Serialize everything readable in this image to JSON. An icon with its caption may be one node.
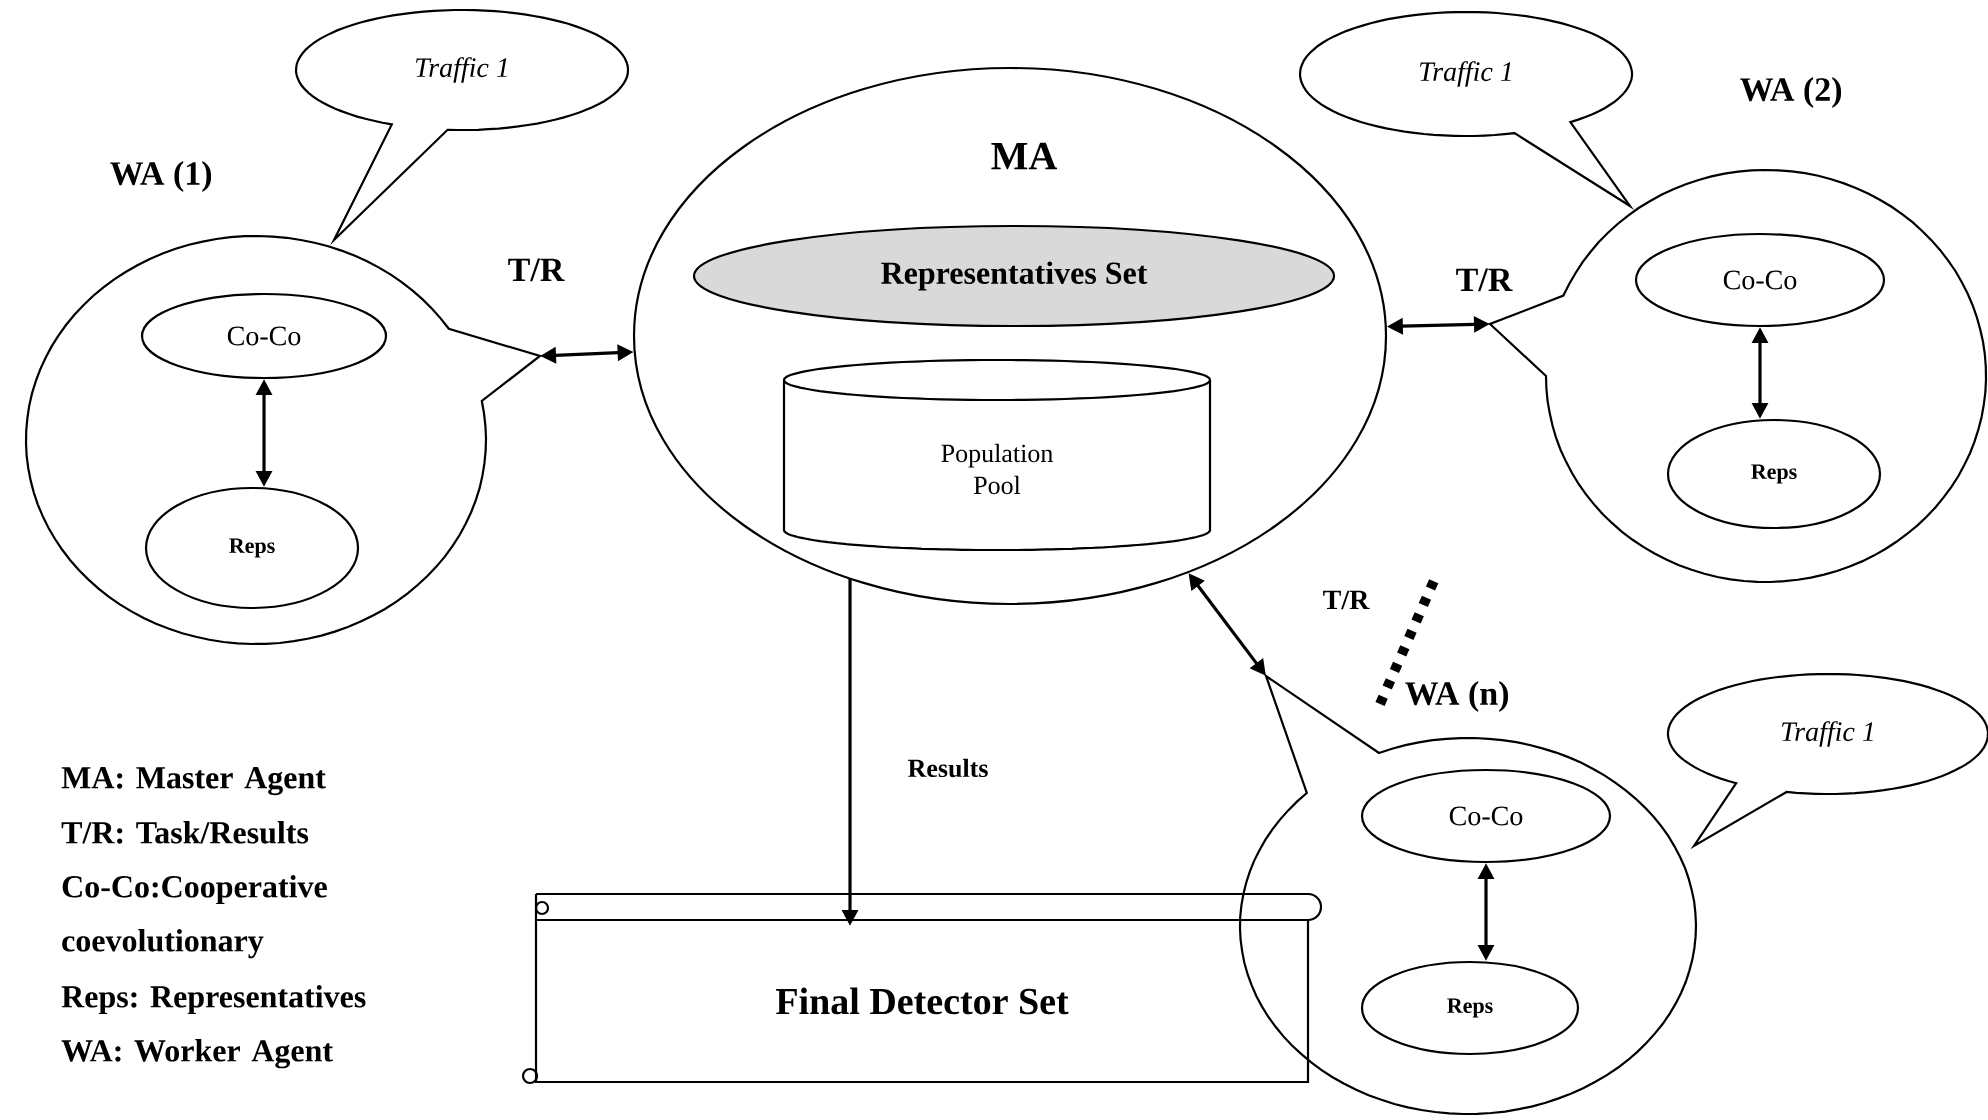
{
  "diagram": {
    "nodes": [
      {
        "text": [
          "WA (1)"
        ]
      },
      {
        "text": [
          "Traffic 1"
        ]
      },
      {
        "text": [
          "Co-Co"
        ],
        "in": 0
      },
      {
        "text": [
          "Reps"
        ],
        "in": 0
      },
      {
        "text": [
          "MA"
        ]
      },
      {
        "text": [
          "Representatives Set"
        ],
        "in": 4
      },
      {
        "text": [
          "Population Pool"
        ],
        "in": 4
      },
      {
        "text": [
          "WA (2)"
        ]
      },
      {
        "text": [
          "Traffic 1"
        ]
      },
      {
        "text": [
          "Co-Co"
        ],
        "in": 7
      },
      {
        "text": [
          "Reps"
        ],
        "in": 7
      },
      {
        "text": [
          "WA (n)"
        ]
      },
      {
        "text": [
          "Traffic 1"
        ]
      },
      {
        "text": [
          "Co-Co"
        ],
        "in": 11
      },
      {
        "text": [
          "Reps"
        ],
        "in": 11
      },
      {
        "text": [
          "Final Detector Set"
        ]
      }
    ],
    "edges": [
      {
        "from": 0,
        "to": 4,
        "arrow": "both",
        "label": "T/R"
      },
      {
        "from": 2,
        "to": 3,
        "arrow": "both"
      },
      {
        "from": 4,
        "to": 7,
        "arrow": "both",
        "label": "T/R"
      },
      {
        "from": 9,
        "to": 10,
        "arrow": "both"
      },
      {
        "from": 4,
        "to": 11,
        "arrow": "both",
        "label": "T/R"
      },
      {
        "from": 13,
        "to": 14,
        "arrow": "both"
      },
      {
        "from": 4,
        "to": 15,
        "arrow": "to",
        "label": "Results"
      }
    ],
    "labels": [
      "MA: Master Agent",
      "T/R: Task/Results",
      "Co-Co:Cooperative coevolutionary",
      "Reps: Representatives",
      "WA: Worker Agent"
    ]
  }
}
